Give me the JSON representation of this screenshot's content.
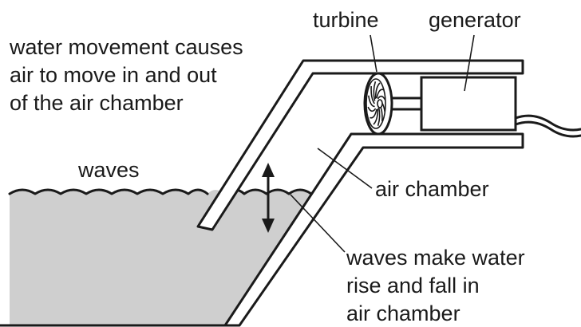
{
  "labels": {
    "turbine": "turbine",
    "generator": "generator",
    "note_line1": "water movement causes",
    "note_line2": "air to move in and out",
    "note_line3": "of the air chamber",
    "waves": "waves",
    "air_chamber": "air chamber",
    "effect_line1": "waves make water",
    "effect_line2": "rise and fall in",
    "effect_line3": "air chamber"
  },
  "colors": {
    "water": "#cfcfcf",
    "ink": "#1a1a1a",
    "background": "#ffffff"
  }
}
